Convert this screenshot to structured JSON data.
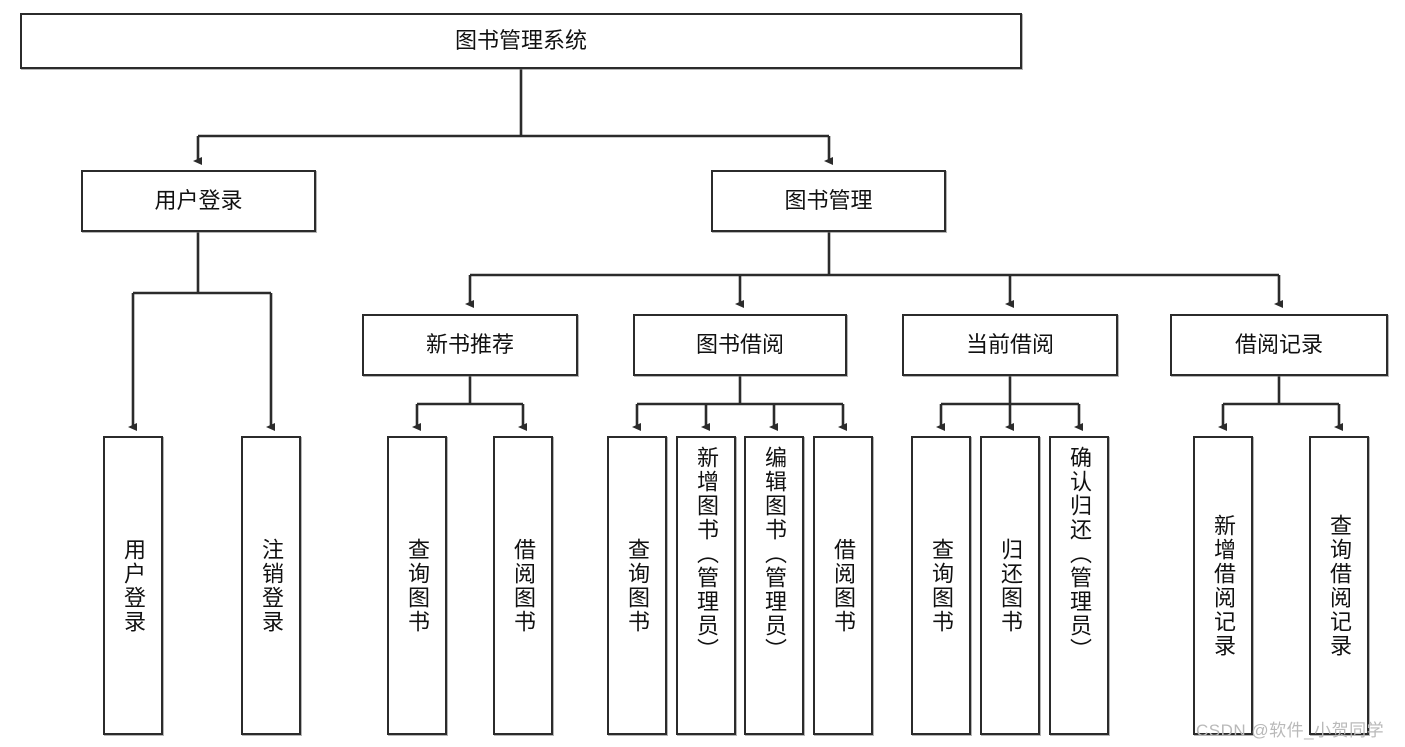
{
  "diagram": {
    "title": "图书管理系统",
    "type": "tree-hierarchy",
    "watermark": "CSDN @软件_小贺同学",
    "colors": {
      "stroke": "#2b2b2b",
      "fill": "#ffffff",
      "text": "#111111",
      "watermark": "#b9b9b9"
    },
    "nodes": {
      "root": {
        "label": "图书管理系统"
      },
      "level2": [
        {
          "label": "用户登录"
        },
        {
          "label": "图书管理"
        }
      ],
      "level3": [
        {
          "label": "新书推荐"
        },
        {
          "label": "图书借阅"
        },
        {
          "label": "当前借阅"
        },
        {
          "label": "借阅记录"
        }
      ],
      "leaves_user_login": [
        {
          "label": "用户登录"
        },
        {
          "label": "注销登录"
        }
      ],
      "leaves_new_book": [
        {
          "label": "查询图书"
        },
        {
          "label": "借阅图书"
        }
      ],
      "leaves_borrow": [
        {
          "label": "查询图书"
        },
        {
          "label": "新增图书（管理员）"
        },
        {
          "label": "编辑图书（管理员）"
        },
        {
          "label": "借阅图书"
        }
      ],
      "leaves_current": [
        {
          "label": "查询图书"
        },
        {
          "label": "归还图书"
        },
        {
          "label": "确认归还（管理员）"
        }
      ],
      "leaves_records": [
        {
          "label": "新增借阅记录"
        },
        {
          "label": "查询借阅记录"
        }
      ]
    }
  }
}
